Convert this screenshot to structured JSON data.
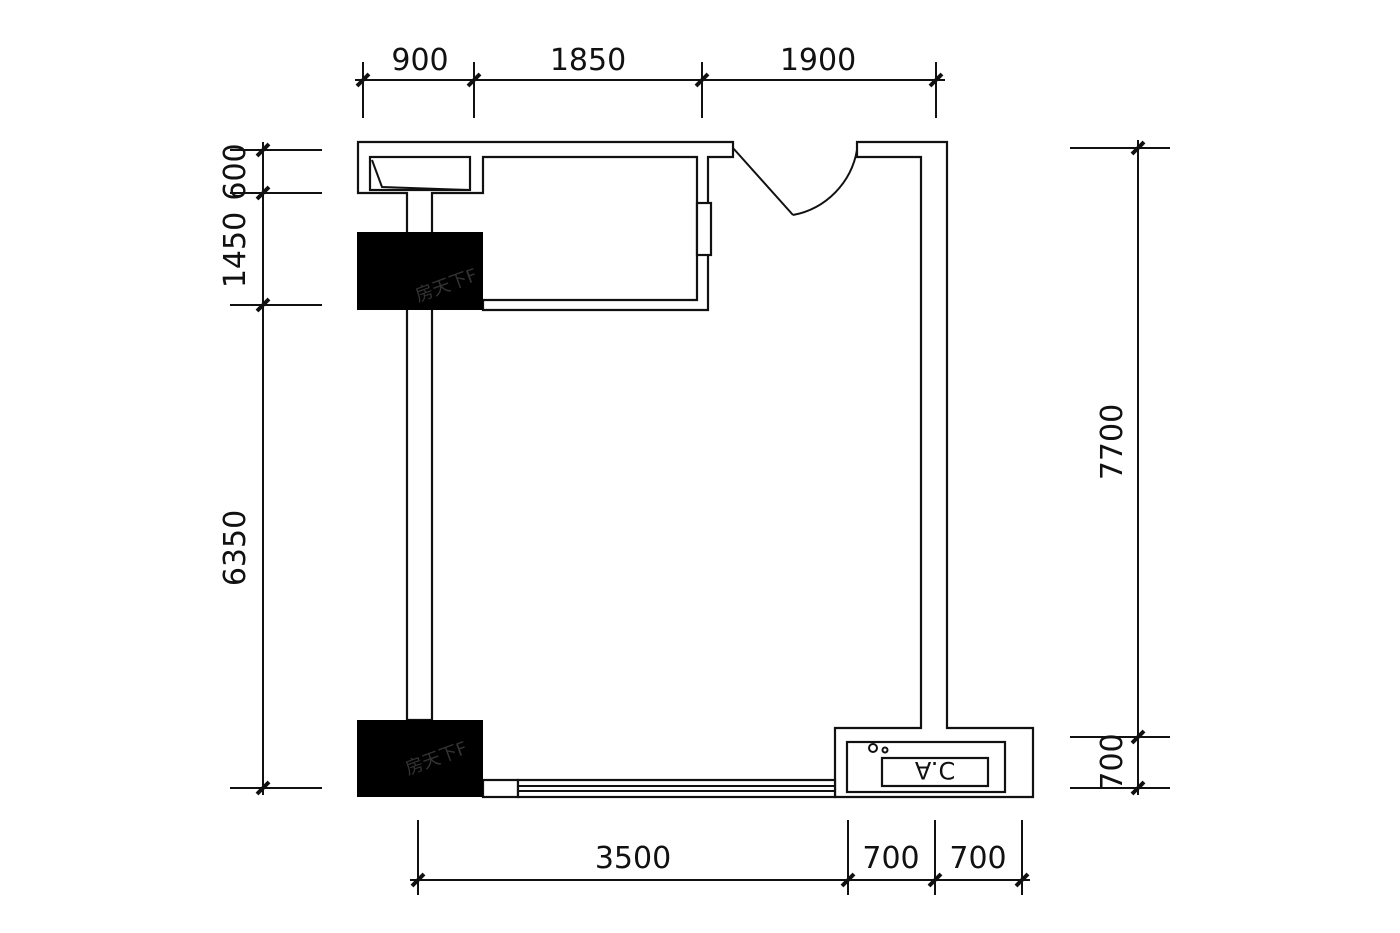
{
  "dimensions": {
    "top": [
      "900",
      "1850",
      "1900"
    ],
    "left": [
      "600",
      "1450",
      "6350"
    ],
    "right": [
      "7700",
      "700"
    ],
    "bottom": [
      "3500",
      "700",
      "700"
    ]
  },
  "labels": {
    "ac": "A.C"
  },
  "watermark": "房天下F"
}
